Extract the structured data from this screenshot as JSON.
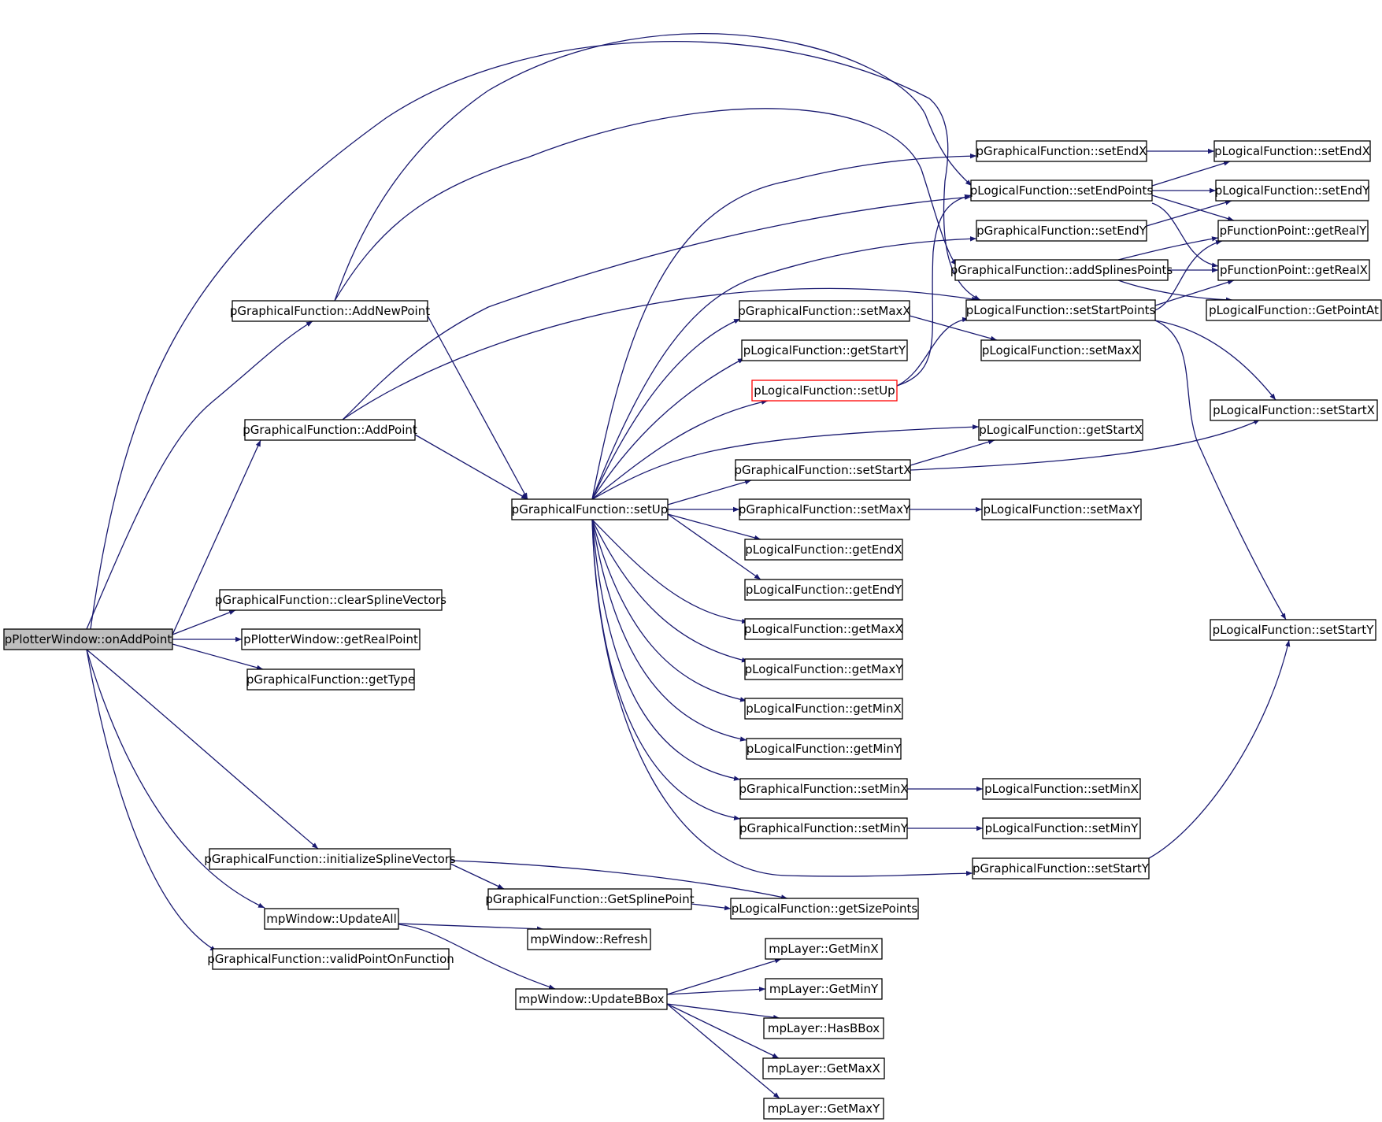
{
  "nodes": [
    {
      "id": "onAddPoint",
      "label": "pPlotterWindow::onAddPoint",
      "style": "root"
    },
    {
      "id": "AddNewPoint",
      "label": "pGraphicalFunction::AddNewPoint"
    },
    {
      "id": "AddPoint",
      "label": "pGraphicalFunction::AddPoint"
    },
    {
      "id": "clearSplineVectors",
      "label": "pGraphicalFunction::clearSplineVectors"
    },
    {
      "id": "getRealPoint",
      "label": "pPlotterWindow::getRealPoint"
    },
    {
      "id": "getType",
      "label": "pGraphicalFunction::getType"
    },
    {
      "id": "initializeSplineVectors",
      "label": "pGraphicalFunction::initializeSplineVectors"
    },
    {
      "id": "UpdateAll",
      "label": "mpWindow::UpdateAll"
    },
    {
      "id": "validPointOnFunction",
      "label": "pGraphicalFunction::validPointOnFunction"
    },
    {
      "id": "gSetUp",
      "label": "pGraphicalFunction::setUp"
    },
    {
      "id": "GetSplinePoint",
      "label": "pGraphicalFunction::GetSplinePoint"
    },
    {
      "id": "Refresh",
      "label": "mpWindow::Refresh"
    },
    {
      "id": "UpdateBBox",
      "label": "mpWindow::UpdateBBox"
    },
    {
      "id": "gSetMaxX",
      "label": "pGraphicalFunction::setMaxX"
    },
    {
      "id": "lGetStartY",
      "label": "pLogicalFunction::getStartY"
    },
    {
      "id": "lSetUp",
      "label": "pLogicalFunction::setUp",
      "style": "red"
    },
    {
      "id": "gSetStartX",
      "label": "pGraphicalFunction::setStartX"
    },
    {
      "id": "gSetMaxY",
      "label": "pGraphicalFunction::setMaxY"
    },
    {
      "id": "lGetEndX",
      "label": "pLogicalFunction::getEndX"
    },
    {
      "id": "lGetEndY",
      "label": "pLogicalFunction::getEndY"
    },
    {
      "id": "lGetMaxX",
      "label": "pLogicalFunction::getMaxX"
    },
    {
      "id": "lGetMaxY",
      "label": "pLogicalFunction::getMaxY"
    },
    {
      "id": "lGetMinX",
      "label": "pLogicalFunction::getMinX"
    },
    {
      "id": "lGetMinY",
      "label": "pLogicalFunction::getMinY"
    },
    {
      "id": "gSetMinX",
      "label": "pGraphicalFunction::setMinX"
    },
    {
      "id": "gSetMinY",
      "label": "pGraphicalFunction::setMinY"
    },
    {
      "id": "lGetSizePoints",
      "label": "pLogicalFunction::getSizePoints"
    },
    {
      "id": "GetMinX",
      "label": "mpLayer::GetMinX"
    },
    {
      "id": "GetMinY",
      "label": "mpLayer::GetMinY"
    },
    {
      "id": "HasBBox",
      "label": "mpLayer::HasBBox"
    },
    {
      "id": "GetMaxX",
      "label": "mpLayer::GetMaxX"
    },
    {
      "id": "GetMaxY",
      "label": "mpLayer::GetMaxY"
    },
    {
      "id": "gSetEndX",
      "label": "pGraphicalFunction::setEndX"
    },
    {
      "id": "lSetEndPoints",
      "label": "pLogicalFunction::setEndPoints"
    },
    {
      "id": "gSetEndY",
      "label": "pGraphicalFunction::setEndY"
    },
    {
      "id": "gAddSplinesPoints",
      "label": "pGraphicalFunction::addSplinesPoints"
    },
    {
      "id": "lSetStartPoints",
      "label": "pLogicalFunction::setStartPoints"
    },
    {
      "id": "lSetMaxX",
      "label": "pLogicalFunction::setMaxX"
    },
    {
      "id": "lGetStartX",
      "label": "pLogicalFunction::getStartX"
    },
    {
      "id": "lSetMaxY",
      "label": "pLogicalFunction::setMaxY"
    },
    {
      "id": "lSetMinX",
      "label": "pLogicalFunction::setMinX"
    },
    {
      "id": "lSetMinY",
      "label": "pLogicalFunction::setMinY"
    },
    {
      "id": "gSetStartY",
      "label": "pGraphicalFunction::setStartY"
    },
    {
      "id": "lSetEndX",
      "label": "pLogicalFunction::setEndX"
    },
    {
      "id": "lSetEndY",
      "label": "pLogicalFunction::setEndY"
    },
    {
      "id": "fpGetRealY",
      "label": "pFunctionPoint::getRealY"
    },
    {
      "id": "fpGetRealX",
      "label": "pFunctionPoint::getRealX"
    },
    {
      "id": "lGetPointAt",
      "label": "pLogicalFunction::GetPointAt"
    },
    {
      "id": "lSetStartX",
      "label": "pLogicalFunction::setStartX"
    },
    {
      "id": "lSetStartY",
      "label": "pLogicalFunction::setStartY"
    }
  ],
  "edges": [
    [
      "onAddPoint",
      "AddNewPoint"
    ],
    [
      "onAddPoint",
      "AddPoint"
    ],
    [
      "onAddPoint",
      "clearSplineVectors"
    ],
    [
      "onAddPoint",
      "getRealPoint"
    ],
    [
      "onAddPoint",
      "getType"
    ],
    [
      "onAddPoint",
      "initializeSplineVectors"
    ],
    [
      "onAddPoint",
      "UpdateAll"
    ],
    [
      "onAddPoint",
      "validPointOnFunction"
    ],
    [
      "onAddPoint",
      "lSetStartPoints"
    ],
    [
      "AddNewPoint",
      "gSetUp"
    ],
    [
      "AddNewPoint",
      "lSetEndPoints"
    ],
    [
      "AddNewPoint",
      "gAddSplinesPoints"
    ],
    [
      "AddPoint",
      "gSetUp"
    ],
    [
      "AddPoint",
      "lSetEndPoints"
    ],
    [
      "AddPoint",
      "lSetStartPoints"
    ],
    [
      "gSetUp",
      "gSetEndX"
    ],
    [
      "gSetUp",
      "gSetEndY"
    ],
    [
      "gSetUp",
      "gSetMaxX"
    ],
    [
      "gSetUp",
      "lGetStartY"
    ],
    [
      "gSetUp",
      "lSetUp"
    ],
    [
      "gSetUp",
      "lGetStartX"
    ],
    [
      "gSetUp",
      "gSetStartX"
    ],
    [
      "gSetUp",
      "gSetMaxY"
    ],
    [
      "gSetUp",
      "lGetEndX"
    ],
    [
      "gSetUp",
      "lGetEndY"
    ],
    [
      "gSetUp",
      "lGetMaxX"
    ],
    [
      "gSetUp",
      "lGetMaxY"
    ],
    [
      "gSetUp",
      "lGetMinX"
    ],
    [
      "gSetUp",
      "lGetMinY"
    ],
    [
      "gSetUp",
      "gSetMinX"
    ],
    [
      "gSetUp",
      "gSetMinY"
    ],
    [
      "gSetUp",
      "gSetStartY"
    ],
    [
      "lSetUp",
      "lSetEndPoints"
    ],
    [
      "lSetUp",
      "lSetStartPoints"
    ],
    [
      "gSetMaxX",
      "lSetMaxX"
    ],
    [
      "gSetStartX",
      "lGetStartX"
    ],
    [
      "gSetStartX",
      "lSetStartX"
    ],
    [
      "gSetMaxY",
      "lSetMaxY"
    ],
    [
      "gSetMinX",
      "lSetMinX"
    ],
    [
      "gSetMinY",
      "lSetMinY"
    ],
    [
      "gSetStartY",
      "lSetStartY"
    ],
    [
      "initializeSplineVectors",
      "GetSplinePoint"
    ],
    [
      "initializeSplineVectors",
      "lGetSizePoints"
    ],
    [
      "GetSplinePoint",
      "lGetSizePoints"
    ],
    [
      "UpdateAll",
      "Refresh"
    ],
    [
      "UpdateAll",
      "UpdateBBox"
    ],
    [
      "UpdateBBox",
      "GetMinX"
    ],
    [
      "UpdateBBox",
      "GetMinY"
    ],
    [
      "UpdateBBox",
      "HasBBox"
    ],
    [
      "UpdateBBox",
      "GetMaxX"
    ],
    [
      "UpdateBBox",
      "GetMaxY"
    ],
    [
      "gSetEndX",
      "lSetEndX"
    ],
    [
      "lSetEndPoints",
      "lSetEndX"
    ],
    [
      "lSetEndPoints",
      "lSetEndY"
    ],
    [
      "lSetEndPoints",
      "fpGetRealY"
    ],
    [
      "lSetEndPoints",
      "fpGetRealX"
    ],
    [
      "gSetEndY",
      "lSetEndY"
    ],
    [
      "gAddSplinesPoints",
      "fpGetRealY"
    ],
    [
      "gAddSplinesPoints",
      "fpGetRealX"
    ],
    [
      "gAddSplinesPoints",
      "lGetPointAt"
    ],
    [
      "lSetStartPoints",
      "fpGetRealY"
    ],
    [
      "lSetStartPoints",
      "fpGetRealX"
    ],
    [
      "lSetStartPoints",
      "lSetStartX"
    ],
    [
      "lSetStartPoints",
      "lSetStartY"
    ]
  ]
}
